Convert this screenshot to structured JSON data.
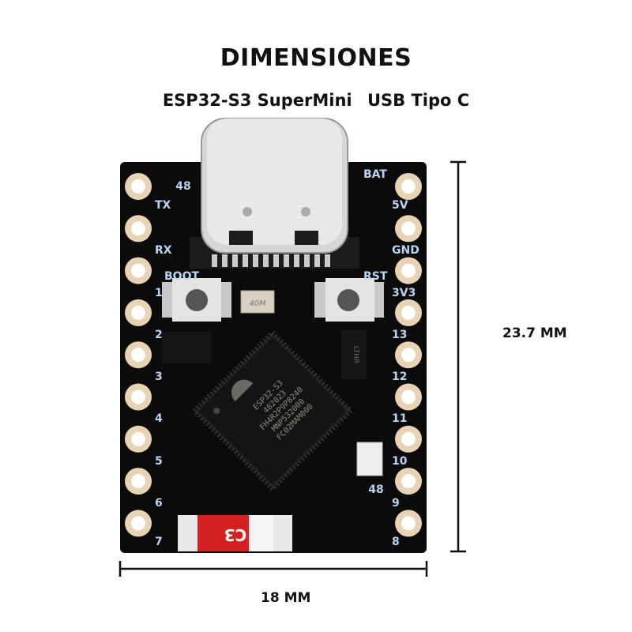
{
  "header": {
    "title": "DIMENSIONES",
    "subtitle_model": "ESP32-S3 SuperMini",
    "subtitle_usb": "USB Tipo C"
  },
  "dimensions": {
    "height_label": "23.7 MM",
    "width_label": "18 MM"
  },
  "board": {
    "left_pins": [
      "TX",
      "RX",
      "BOOT",
      "1",
      "2",
      "3",
      "4",
      "5",
      "6",
      "7"
    ],
    "right_pins": [
      "BAT",
      "5V",
      "GND",
      "RST",
      "3V3",
      "13",
      "12",
      "11",
      "10",
      "48",
      "9",
      "8"
    ],
    "top_left_label": "48",
    "chip_lines": [
      "ESP32-S3",
      "482023",
      "FH4R2P9P8240",
      "MNP532000",
      "FC02MAM000"
    ],
    "regulator_marking": "LTHR",
    "crystal_marking": "40M",
    "antenna_marking": "C3",
    "colors": {
      "pcb": "#0b0b0c",
      "pad": "#e8d3b4",
      "silk": "#b8d4f0",
      "antenna": "#d42020"
    }
  }
}
